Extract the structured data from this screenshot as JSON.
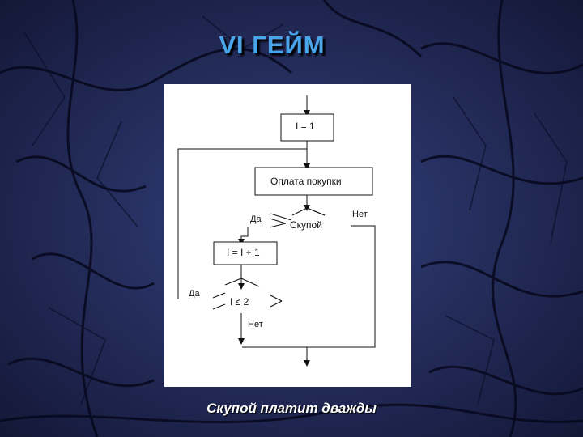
{
  "slide": {
    "title": "VI  ГЕЙМ",
    "caption": "Скупой платит дважды",
    "colors": {
      "background": "#1d2352",
      "title": "#4aa6ea",
      "caption": "#ffffff",
      "panel": "#ffffff",
      "lines": "#111111"
    }
  },
  "flowchart": {
    "init_box": "I = 1",
    "process_box": "Оплата  покупки",
    "decision_1": {
      "label": "Скупой",
      "yes": "Да",
      "no": "Нет"
    },
    "increment_box": "I = I + 1",
    "decision_2": {
      "label": "I ≤ 2",
      "yes": "Да",
      "no": "Нет"
    }
  }
}
